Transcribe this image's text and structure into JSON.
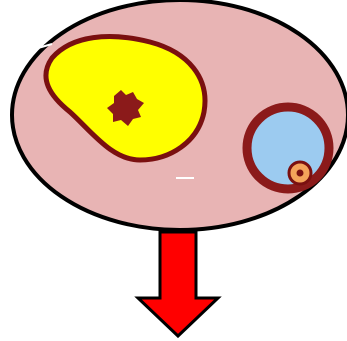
{
  "diagram": {
    "shapes": [
      {
        "name": "oval-region",
        "fill": "#e8b4b4",
        "stroke": "#000000"
      },
      {
        "name": "yellow-blob",
        "fill": "#ffff00",
        "stroke": "#7a1010"
      },
      {
        "name": "blob-center-spot",
        "fill": "#8b1a1a"
      },
      {
        "name": "blue-cell",
        "fill": "#9ccbf0",
        "stroke": "#8b1a1a"
      },
      {
        "name": "blue-cell-nucleus",
        "fill": "#f4a35a",
        "stroke": "#7a1010"
      },
      {
        "name": "down-arrow",
        "fill": "#ff0000",
        "stroke": "#000000"
      }
    ]
  }
}
